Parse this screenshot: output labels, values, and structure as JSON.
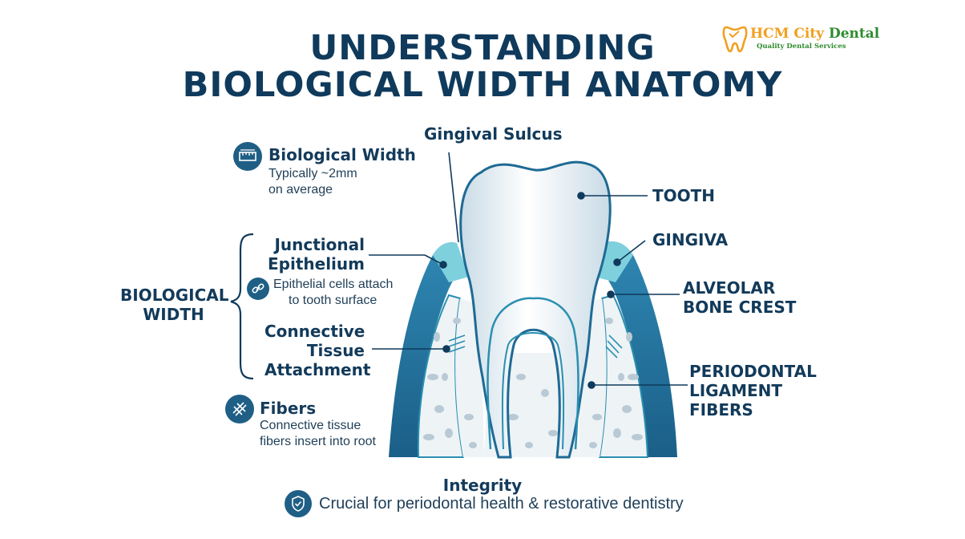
{
  "title": {
    "line1": "UNDERSTANDING",
    "line2": "BIOLOGICAL WIDTH ANATOMY"
  },
  "logo": {
    "name": "HCM City Dental",
    "tagline": "Quality Dental Services",
    "brand_orange": "#f0a020",
    "brand_green": "#2e8b2e"
  },
  "labels": {
    "gingival_sulcus": "Gingival Sulcus",
    "tooth": "TOOTH",
    "gingiva": "GINGIVA",
    "alveolar_l1": "ALVEOLAR",
    "alveolar_l2": "BONE CREST",
    "pdl_l1": "PERIODONTAL",
    "pdl_l2": "LIGAMENT",
    "pdl_l3": "FIBERS",
    "je_l1": "Junctional",
    "je_l2": "Epithelium",
    "je_note_l1": "Epithelial cells attach",
    "je_note_l2": "to tooth surface",
    "cta_l1": "Connective",
    "cta_l2": "Tissue",
    "cta_l3": "Attachment",
    "bw_bracket_l1": "BIOLOGICAL",
    "bw_bracket_l2": "WIDTH"
  },
  "info": {
    "biological_width": {
      "title": "Biological Width",
      "line1": "Typically ~2mm",
      "line2": "on average",
      "icon": "ruler-icon"
    },
    "fibers": {
      "title": "Fibers",
      "line1": "Connective tissue",
      "line2": "fibers insert into root",
      "icon": "fibers-icon"
    },
    "integrity": {
      "title": "Integrity",
      "text": "Crucial for periodontal health & restorative dentistry",
      "icon": "shield-icon"
    }
  },
  "colors": {
    "navy": "#0f3a5c",
    "teal": "#2a8fb0",
    "gingiva_dark": "#1e6a95",
    "gingiva_light": "#7fd0dd",
    "bone": "#eef3f6",
    "badge": "#1f5f86"
  }
}
